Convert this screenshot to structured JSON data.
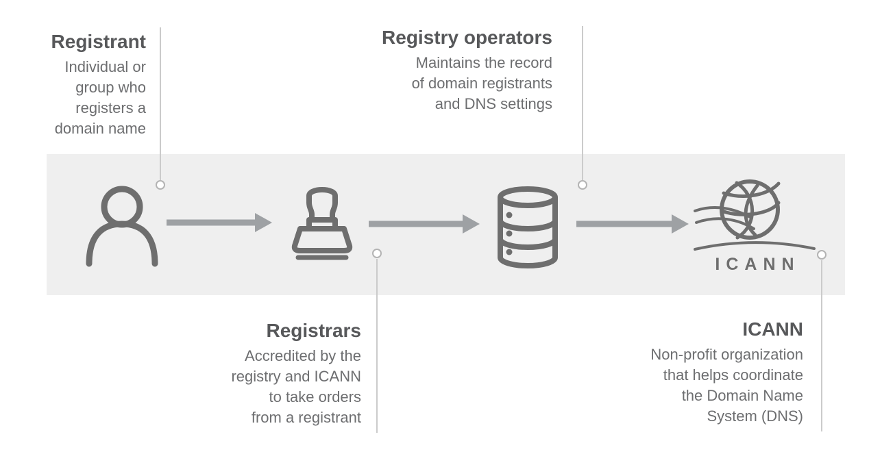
{
  "diagram": {
    "type": "flow",
    "topic": "Domain name registration ecosystem",
    "band_color": "#efefef",
    "icon_color": "#6e6e6e",
    "arrow_color": "#9ea1a4",
    "connector_color": "#cbcbcb",
    "title_color": "#57585a",
    "body_color": "#6d6e70"
  },
  "callouts": {
    "registrant": {
      "title": "Registrant",
      "description": "Individual or\ngroup who\nregisters a\ndomain name"
    },
    "registry_operators": {
      "title": "Registry operators",
      "description": "Maintains the record\nof domain registrants\nand DNS settings"
    },
    "registrars": {
      "title": "Registrars",
      "description": "Accredited by the\nregistry and ICANN\nto take orders\nfrom a registrant"
    },
    "icann": {
      "title": "ICANN",
      "description": "Non-profit organization\nthat helps coordinate\nthe Domain Name\nSystem (DNS)"
    }
  },
  "nodes": [
    {
      "id": "registrant",
      "icon": "person-icon"
    },
    {
      "id": "registrars",
      "icon": "stamp-icon"
    },
    {
      "id": "registry-operators",
      "icon": "database-icon"
    },
    {
      "id": "icann",
      "icon": "icann-globe-logo"
    }
  ],
  "logo": {
    "wordmark": "ICANN"
  }
}
